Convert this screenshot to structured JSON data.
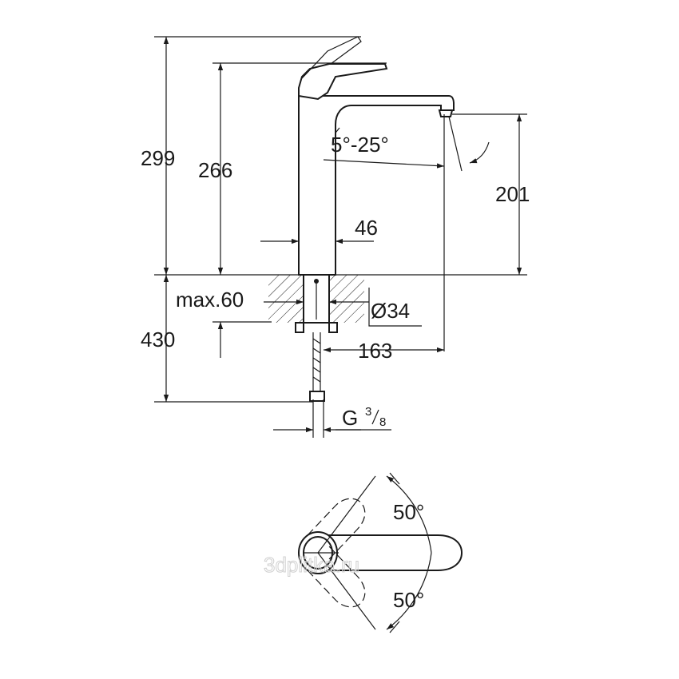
{
  "dimensions": {
    "total_height": "299",
    "lever_height": "266",
    "spout_height": "201",
    "tilt_angle": "5°-25°",
    "body_width": "46",
    "max_deck": "max.60",
    "hole_diameter": "Ø34",
    "below_deck": "430",
    "projection": "163",
    "thread": "G",
    "thread_num": "3",
    "thread_den": "8"
  },
  "top_view": {
    "angle_up": "50°",
    "angle_down": "50°"
  },
  "watermark": "3dplitka.ru"
}
